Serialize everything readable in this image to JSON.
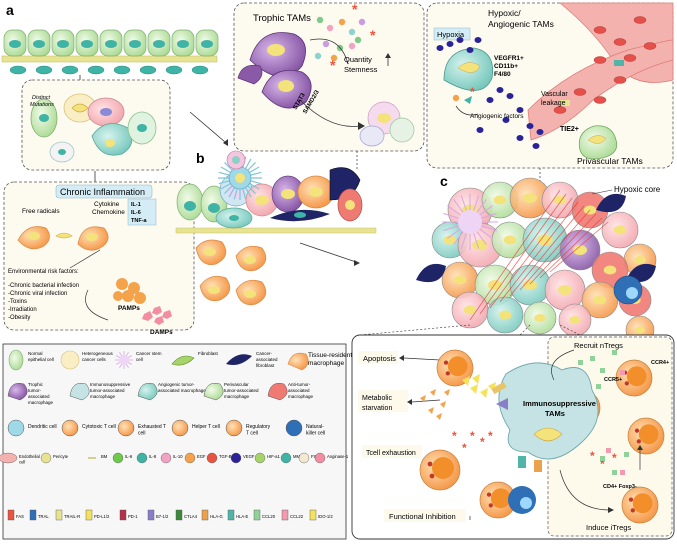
{
  "panels": {
    "a": "a",
    "b": "b",
    "c": "c"
  },
  "colors": {
    "epithelial": "#cfe8c4",
    "epithelial_stroke": "#7fb06f",
    "basement": "#e7e391",
    "tam_purple": "#8a5aa8",
    "vessel": "#f3b2ad",
    "vessel_dark": "#e07c78",
    "tumor_orange": "#f5a65b",
    "nucleus_yellow": "#f4e27a",
    "teal": "#3fb3a5",
    "navy": "#2c2d7a",
    "box_bg": "#fdfaf0",
    "box_bg2": "#f7f7f7"
  },
  "mutations": {
    "line1": "Distinct",
    "line2": "Mutations"
  },
  "inflammation": {
    "title": "Chronic Inflammation",
    "free_radicals": "Free radicals",
    "cytokine": "Cytokine",
    "chemokine": "Chemokine",
    "il1": "IL-1",
    "il6": "IL-6",
    "tnf": "TNF-a",
    "env_title": "Environmental risk factors:",
    "env_items": [
      "-Chronic bacterial infection",
      "-Chronic viral infection",
      "-Toxins",
      "-Irradiation",
      "-Obesity"
    ],
    "pamps": "PAMPs",
    "damps": "DAMPs"
  },
  "trophic": {
    "title": "Trophic TAMs",
    "quantity": "Quantity",
    "stemness": "Stemness",
    "stat3": "STAT3",
    "samd": "SAMD2/3"
  },
  "angio": {
    "title_line1": "Hypoxic/",
    "title_line2": "Angiogenic TAMs",
    "hypoxia": "Hypoxia",
    "markers": [
      "VEGFR1+",
      "CD11b+",
      "F4/80"
    ],
    "vascular1": "Vascular",
    "vascular2": "leakage",
    "factors": "Angiogenic factors",
    "tie2": "TIE2+",
    "perivascular": "Privascular TAMs"
  },
  "core": {
    "hypoxic_core": "Hypoxic core"
  },
  "immuno": {
    "apoptosis": "Apoptosis",
    "metabolic1": "Metabolic",
    "metabolic2": "starvation",
    "tcell_exhaustion": "Tcell exhaustion",
    "functional": "Functional Inhibition",
    "tams1": "Immunosuppressive",
    "tams2": "TAMs",
    "recruit": "Recruit nTregs",
    "ccr4": "CCR4+",
    "ccr5": "CCR5+",
    "cd4": "CD4+ Foxp3-",
    "induce": "Induce iTregs"
  },
  "legend": {
    "row1": [
      {
        "l1": "Normal",
        "l2": "epithelial cell"
      },
      {
        "l1": "Heterogeneous",
        "l2": "cancer cells"
      },
      {
        "l1": "Cancer stem",
        "l2": "cell"
      },
      {
        "l1": "Fibroblast",
        "l2": ""
      },
      {
        "l1": "Cancer-",
        "l2": "associated",
        "l3": "fibroblast"
      },
      {
        "l1": "Tissue-resident",
        "l2": "macrophage"
      }
    ],
    "row2": [
      {
        "l1": "Trophic",
        "l2": "tumor-",
        "l3": "associated",
        "l4": "macrophage"
      },
      {
        "l1": "Immunosuppressive",
        "l2": "tumor-associated",
        "l3": "macrophage"
      },
      {
        "l1": "Angiogenic tumor-",
        "l2": "associated macrophage"
      },
      {
        "l1": "Perivascular",
        "l2": "tumor-associated",
        "l3": "macrophage"
      },
      {
        "l1": "Anti-tumor-",
        "l2": "associated",
        "l3": "macrophage"
      }
    ],
    "row3": [
      {
        "l1": "Dendritic cell"
      },
      {
        "l1": "Cytotoxic T cell"
      },
      {
        "l1": "Exhausted T",
        "l2": "cell"
      },
      {
        "l1": "Helper T cell"
      },
      {
        "l1": "Regulatory",
        "l2": "T cell"
      },
      {
        "l1": "Natural-",
        "l2": "killer cell"
      }
    ],
    "row4": [
      {
        "l1": "Endothelial",
        "l2": "cell"
      },
      {
        "l1": "Pericyte"
      },
      {
        "l1": "BM"
      },
      {
        "l1": "IL-6"
      },
      {
        "l1": "IL-8"
      },
      {
        "l1": "IL-10"
      },
      {
        "l1": "EGF"
      },
      {
        "l1": "TGF-B"
      },
      {
        "l1": "VEGF"
      },
      {
        "l1": "HIF-a1"
      },
      {
        "l1": "MMP"
      },
      {
        "l1": "FSL"
      },
      {
        "l1": "Anginase-1"
      }
    ],
    "row5": [
      "FAS",
      "TRAL",
      "TRAIL-R",
      "PD-L1/2",
      "PD-1",
      "B7-1/2",
      "CTLA4",
      "HLA-G",
      "HLA-E",
      "CCL20",
      "CCL22",
      "IDO-1/2"
    ]
  }
}
